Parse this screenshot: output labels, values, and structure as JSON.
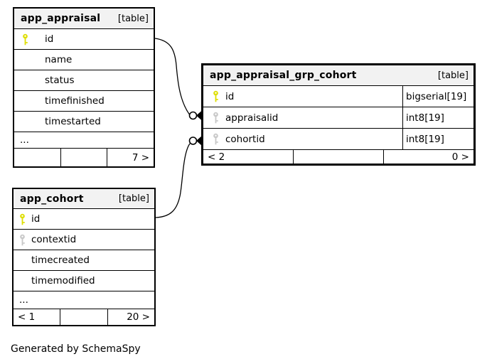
{
  "diagram": {
    "generator_note": "Generated by SchemaSpy"
  },
  "colors": {
    "background": "#ffffff",
    "table_header_bg": "#f2f2f2",
    "table_border": "#000000",
    "text": "#000000",
    "primary_key_icon": "#dede00",
    "foreign_key_icon": "#c8c8c8"
  },
  "tables": [
    {
      "name": "app_appraisal",
      "kind": "[table]",
      "columns": [
        {
          "name": "id",
          "key": "primary"
        },
        {
          "name": "name",
          "key": "none"
        },
        {
          "name": "status",
          "key": "none"
        },
        {
          "name": "timefinished",
          "key": "none"
        },
        {
          "name": "timestarted",
          "key": "none"
        }
      ],
      "ellipsis": "...",
      "footer": {
        "left": "",
        "middle": "",
        "right": "7 >"
      }
    },
    {
      "name": "app_appraisal_grp_cohort",
      "kind": "[table]",
      "columns": [
        {
          "name": "id",
          "type": "bigserial[19]",
          "key": "primary"
        },
        {
          "name": "appraisalid",
          "type": "int8[19]",
          "key": "foreign"
        },
        {
          "name": "cohortid",
          "type": "int8[19]",
          "key": "foreign"
        }
      ],
      "footer": {
        "left": "< 2",
        "middle": "",
        "right": "0 >"
      }
    },
    {
      "name": "app_cohort",
      "kind": "[table]",
      "columns": [
        {
          "name": "id",
          "key": "primary"
        },
        {
          "name": "contextid",
          "key": "foreign"
        },
        {
          "name": "timecreated",
          "key": "none"
        },
        {
          "name": "timemodified",
          "key": "none"
        }
      ],
      "ellipsis": "...",
      "footer": {
        "left": "< 1",
        "middle": "",
        "right": "20 >"
      }
    }
  ],
  "relationships": [
    {
      "from": "app_appraisal.id",
      "to": "app_appraisal_grp_cohort.appraisalid"
    },
    {
      "from": "app_cohort.id",
      "to": "app_appraisal_grp_cohort.cohortid"
    }
  ]
}
